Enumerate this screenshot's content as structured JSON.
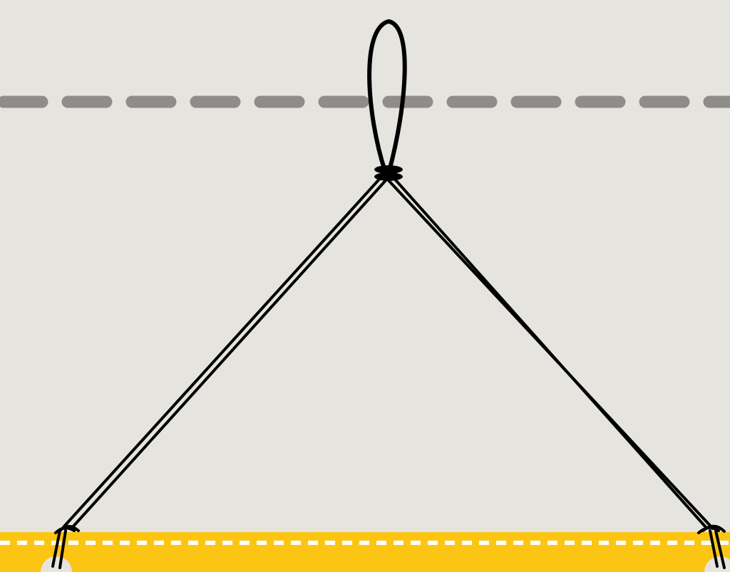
{
  "illustration": {
    "subject": "hanging-loop-diagram",
    "colors": {
      "background": "#e6e4df",
      "guide_line": "#8e8d89",
      "cord": "#000000",
      "banner": "#fdc513",
      "banner_stitch": "#ffffff",
      "grommet": "#e6e4df"
    },
    "parts": [
      "guide-line",
      "top-loop",
      "knot",
      "left-cord",
      "right-cord",
      "banner-strip",
      "banner-stitching",
      "left-grommet",
      "right-grommet"
    ]
  }
}
